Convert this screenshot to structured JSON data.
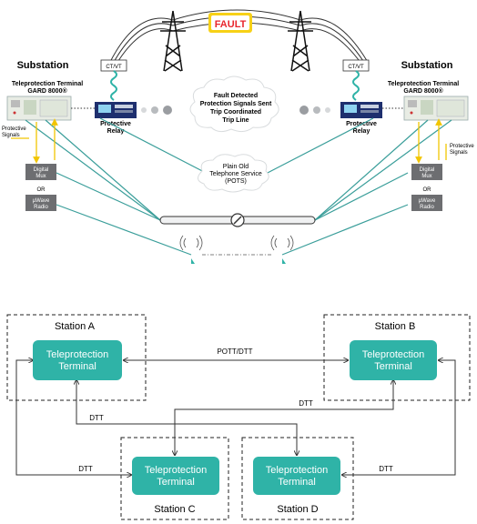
{
  "top": {
    "fault_label": "FAULT",
    "substation_left": "Substation",
    "substation_right": "Substation",
    "terminal_title_line1": "Teleprotection Terminal",
    "terminal_title_line2": "GARD 8000®",
    "ctvt": "CT/VT",
    "relay_line1": "Protective",
    "relay_line2": "Relay",
    "protective_signals_line1": "Protective",
    "protective_signals_line2": "Signals",
    "cloud_fault_lines": [
      "Fault Detected",
      "Protection Signals Sent",
      "Trip Coordinated",
      "Trip Line"
    ],
    "cloud_pots_lines": [
      "Plain Old",
      "Telephone Service",
      "(POTS)"
    ],
    "digital_mux_line1": "Digital",
    "digital_mux_line2": "Mux",
    "or": "OR",
    "uwave_line1": "µWave",
    "uwave_line2": "Radio"
  },
  "bottom": {
    "station_a": "Station A",
    "station_b": "Station B",
    "station_c": "Station C",
    "station_d": "Station D",
    "terminal_line1": "Teleprotection",
    "terminal_line2": "Terminal",
    "potts_dtt": "POTT/DTT",
    "dtt": "DTT"
  },
  "colors": {
    "teal": "#2fb3a7",
    "teal_line": "#3a9e9a",
    "fault_red": "#e8262d",
    "fault_yellow": "#f7d117",
    "gray_box": "#6d6e71",
    "yellow_arrow": "#f2c500"
  }
}
